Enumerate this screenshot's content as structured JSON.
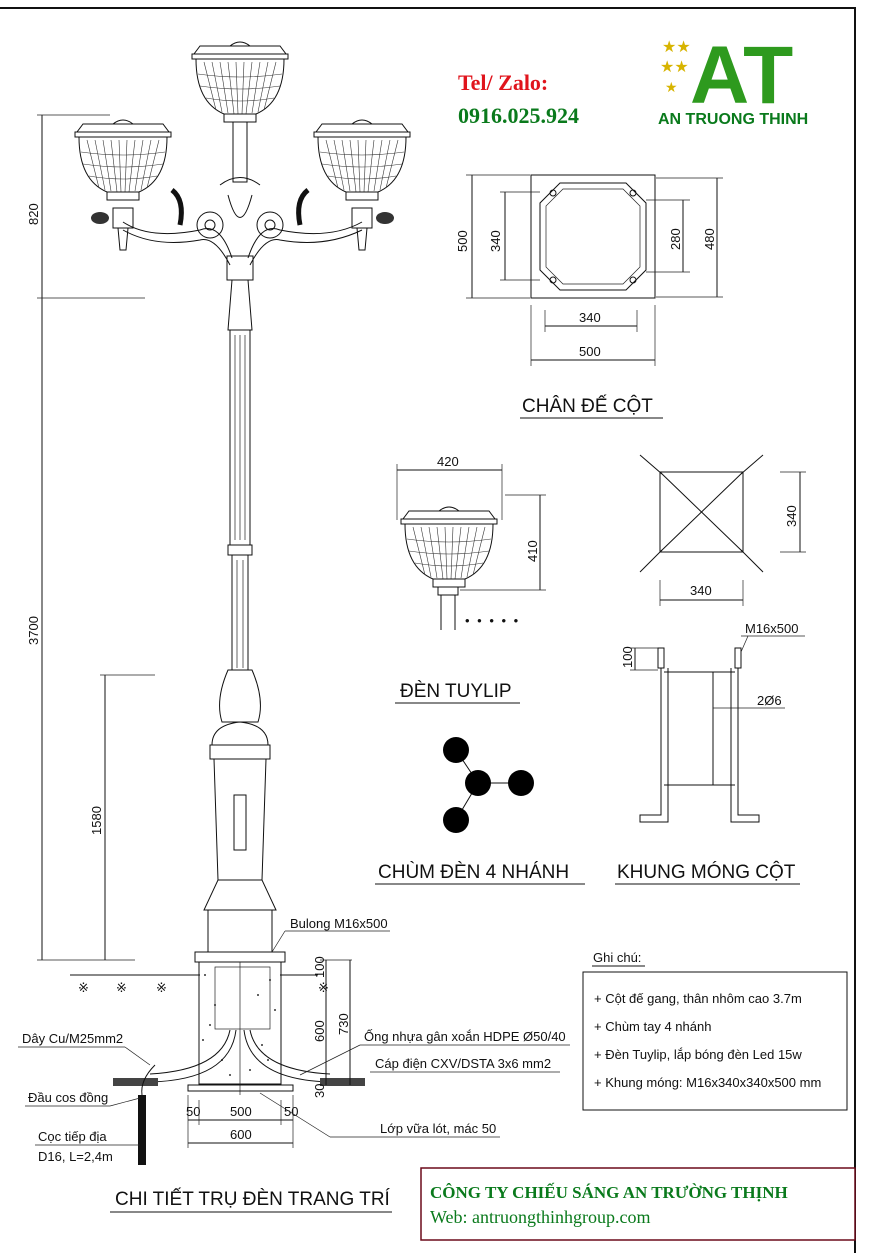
{
  "contact": {
    "label": "Tel/ Zalo:",
    "phone": "0916.025.924"
  },
  "logo": {
    "letters": "AT",
    "brand": "AN TRUONG THINH"
  },
  "colors": {
    "contact_label": "#e0141c",
    "green": "#0a7a1c",
    "company_border": "#6b0a1a",
    "logo_green": "#2e9a1e",
    "star": "#d7b400"
  },
  "base_plate": {
    "title": "CHÂN ĐẾ CỘT",
    "dims": {
      "outer_v": "500",
      "inner_v": "340",
      "right_inner": "280",
      "right_outer": "480",
      "bottom_inner": "340",
      "bottom_outer": "500"
    }
  },
  "lamp": {
    "title": "ĐÈN TUYLIP",
    "width": "420",
    "height": "410"
  },
  "frame_top": {
    "dim_v": "340",
    "dim_h": "340"
  },
  "cluster": {
    "title": "CHÙM ĐÈN 4 NHÁNH"
  },
  "foundation_frame": {
    "title": "KHUNG MÓNG CỘT",
    "bolt": "M16x500",
    "dim": "100",
    "rebar": "2Ø6"
  },
  "pole": {
    "title": "CHI TIẾT TRỤ ĐÈN TRANG TRÍ",
    "dims": {
      "top": "820",
      "total": "3700",
      "base": "1580",
      "d100": "100",
      "d600": "600",
      "d730": "730",
      "d30": "30",
      "w50a": "50",
      "w500": "500",
      "w50b": "50",
      "w600": "600"
    },
    "labels": {
      "bolt": "Bulong M16x500",
      "wire": "Dây Cu/M25mm2",
      "pipe": "Ống nhựa gân xoắn HDPE Ø50/40",
      "cable": "Cáp điện CXV/DSTA 3x6 mm2",
      "lug": "Đầu cos đồng",
      "rod1": "Cọc tiếp địa",
      "rod2": "D16, L=2,4m",
      "mortar": "Lớp vữa lót, mác 50"
    }
  },
  "notes": {
    "title": "Ghi chú:",
    "items": [
      "+ Cột đế gang, thân nhôm cao 3.7m",
      "+ Chùm tay 4 nhánh",
      "+ Đèn Tuylip, lắp bóng đèn Led 15w",
      "+ Khung móng: M16x340x340x500 mm"
    ]
  },
  "company": {
    "name": "CÔNG TY CHIẾU SÁNG AN TRƯỜNG THỊNH",
    "web": "Web: antruongthinhgroup.com"
  }
}
